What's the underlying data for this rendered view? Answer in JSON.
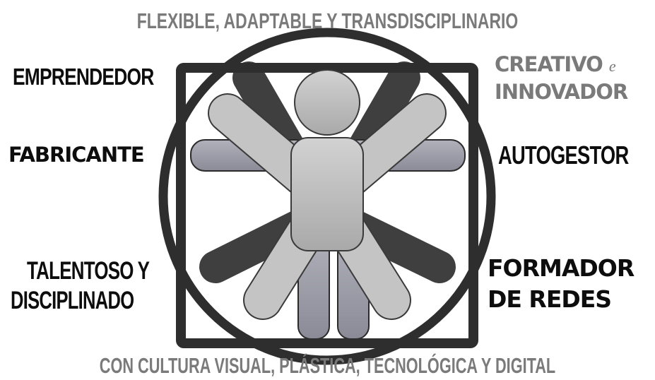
{
  "header": {
    "text": "FLEXIBLE, ADAPTABLE Y TRANSDISCIPLINARIO"
  },
  "footer": {
    "text": "CON CULTURA VISUAL, PLÁSTICA, TECNOLÓGICA Y DIGITAL"
  },
  "labels": {
    "emprendedor": "EMPRENDEDOR",
    "creativo_line1": "CREATIVO",
    "creativo_connector": "e",
    "creativo_line2": "INNOVADOR",
    "fabricante": "FABRICANTE",
    "autogestor": "AUTOGESTOR",
    "talentoso_line1": "TALENTOSO Y",
    "talentoso_line2": "DISCIPLINADO",
    "formador_line1": "FORMADOR",
    "formador_line2": "DE REDES"
  },
  "colors": {
    "frame": "#2e2e2e",
    "figure_front": "#bdbdbd",
    "figure_mid": "#9a9ba6",
    "figure_back": "#4a4a4a",
    "accent_gray_text": "#7a7a7a",
    "dark_text": "#0d0d0d"
  }
}
